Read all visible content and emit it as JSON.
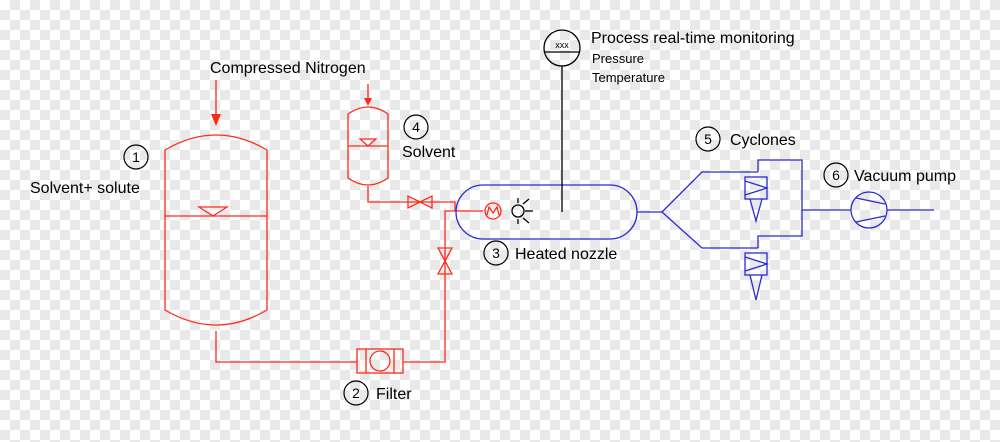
{
  "labels": {
    "compressed_nitrogen": "Compressed Nitrogen",
    "solvent_solute": "Solvent+ solute",
    "solvent": "Solvent",
    "filter": "Filter",
    "heated_nozzle": "Heated nozzle",
    "cyclones": "Cyclones",
    "vacuum_pump": "Vacuum pump",
    "monitoring_title": "Process real-time monitoring",
    "pressure": "Pressure",
    "temperature": "Temperature",
    "gauge": "xxx"
  },
  "numbers": {
    "n1": "1",
    "n2": "2",
    "n3": "3",
    "n4": "4",
    "n5": "5",
    "n6": "6"
  },
  "colors": {
    "feed_line": "#ff2a1a",
    "process_line": "#2a2ad6",
    "monitor_line": "#000000"
  }
}
